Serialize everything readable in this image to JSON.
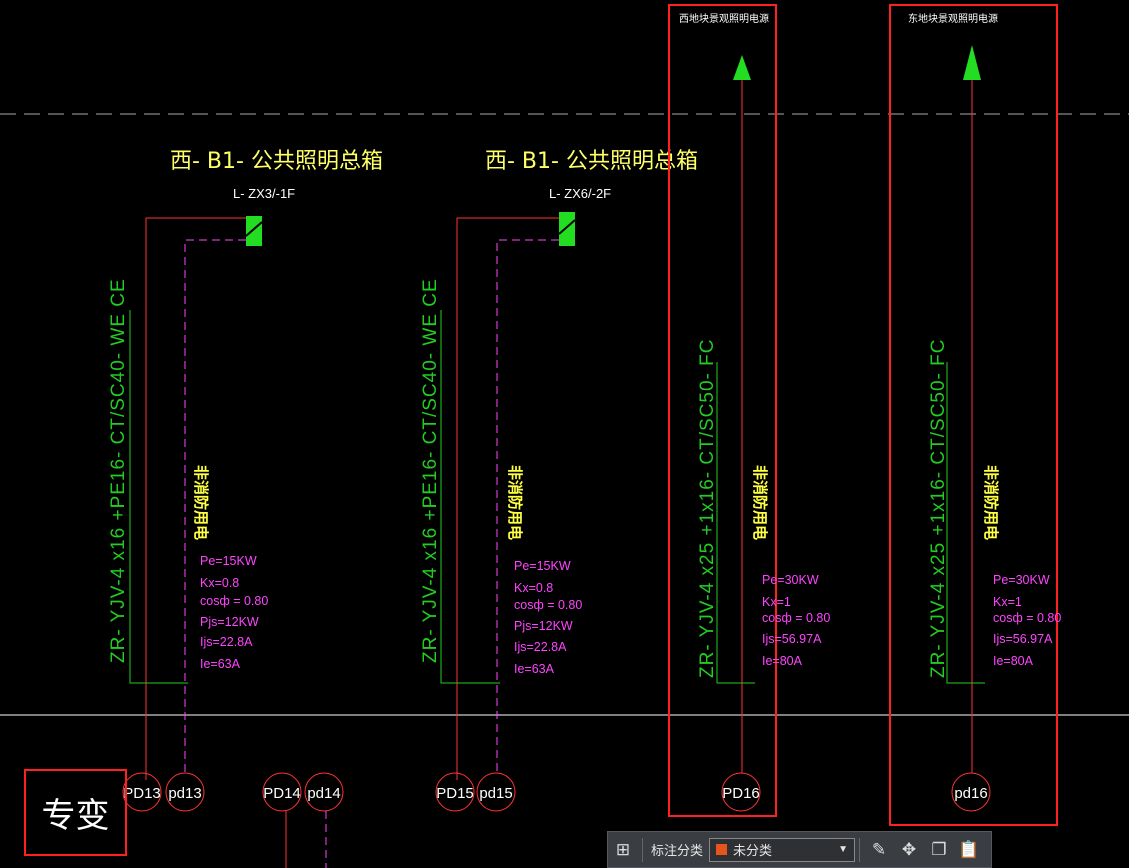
{
  "panels": [
    {
      "title": "西- B1- 公共照明总箱",
      "breaker": "L- ZX3/-1F",
      "cable": "ZR- YJV-4 x16 +PE16- CT/SC40- WE CE",
      "usage": "非消防用电",
      "params": [
        "Pe=15KW",
        "Kx=0.8",
        "cosф = 0.80",
        "Pjs=12KW",
        "Ijs=22.8A",
        "Ie=63A"
      ],
      "node_a": "PD13",
      "node_b": "pd13"
    },
    {
      "title": "西- B1- 公共照明总箱",
      "breaker": "L- ZX6/-2F",
      "cable": "ZR- YJV-4 x16 +PE16- CT/SC40- WE CE",
      "usage": "非消防用电",
      "params": [
        "Pe=15KW",
        "Kx=0.8",
        "cosф = 0.80",
        "Pjs=12KW",
        "Ijs=22.8A",
        "Ie=63A"
      ],
      "node_a": "PD15",
      "node_b": "pd15"
    }
  ],
  "extra_nodes": [
    "PD14",
    "pd14"
  ],
  "right_columns": [
    {
      "header": "西地块景观照明电源",
      "cable": "ZR- YJV-4 x25 +1x16- CT/SC50- FC",
      "usage": "非消防用电",
      "params": [
        "Pe=30KW",
        "Kx=1",
        "cosф = 0.80",
        "Ijs=56.97A",
        "Ie=80A"
      ],
      "node": "PD16"
    },
    {
      "header": "东地块景观照明电源",
      "cable": "ZR- YJV-4 x25 +1x16- CT/SC50- FC",
      "usage": "非消防用电",
      "params": [
        "Pe=30KW",
        "Kx=1",
        "cosф = 0.80",
        "Ijs=56.97A",
        "Ie=80A"
      ],
      "node": "pd16"
    }
  ],
  "zhuanbian": "专变",
  "toolbar": {
    "label": "标注分类",
    "selected": "未分类",
    "swatch_color": "#e8541e",
    "icons": [
      "grid-icon",
      "edit-icon",
      "move-icon",
      "copy-icon",
      "paste-icon"
    ]
  },
  "colors": {
    "background": "#000000",
    "line_red": "#ff3333",
    "dash_magenta": "#ff44ff",
    "cable_green": "#22cc22",
    "title_yellow": "#ffff66",
    "highlight_red": "#ff2020"
  }
}
